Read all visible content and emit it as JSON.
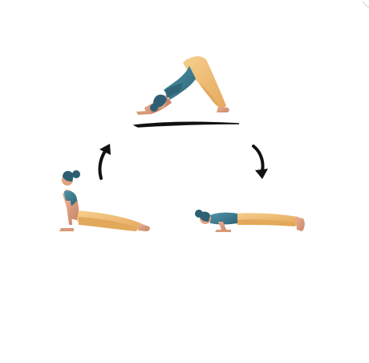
{
  "illustration": {
    "poses": [
      {
        "name": "downward-dog"
      },
      {
        "name": "chaturanga-plank"
      },
      {
        "name": "upward-dog"
      }
    ],
    "colors": {
      "background": "#ffffff",
      "skin": "#e0a27f",
      "skin_shadow": "#c9876a",
      "leggings": "#f1c27a",
      "leggings_shadow": "#e2a85b",
      "top": "#3f7e93",
      "top_dark": "#2f6577",
      "hair": "#2d5f74",
      "arrow": "#111111",
      "mat_stroke": "#111111"
    }
  }
}
